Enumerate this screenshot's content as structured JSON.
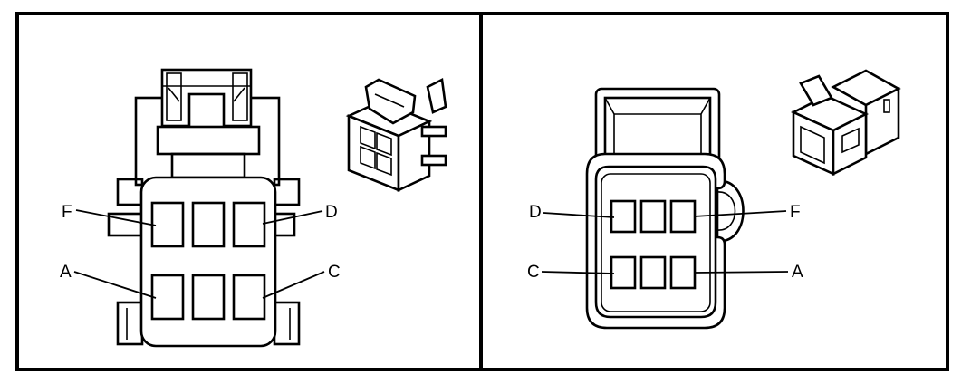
{
  "panels": [
    {
      "id": "left",
      "pin_labels": {
        "F": "F",
        "D": "D",
        "A": "A",
        "C": "C"
      }
    },
    {
      "id": "right",
      "pin_labels": {
        "D": "D",
        "F": "F",
        "C": "C",
        "A": "A"
      }
    }
  ]
}
